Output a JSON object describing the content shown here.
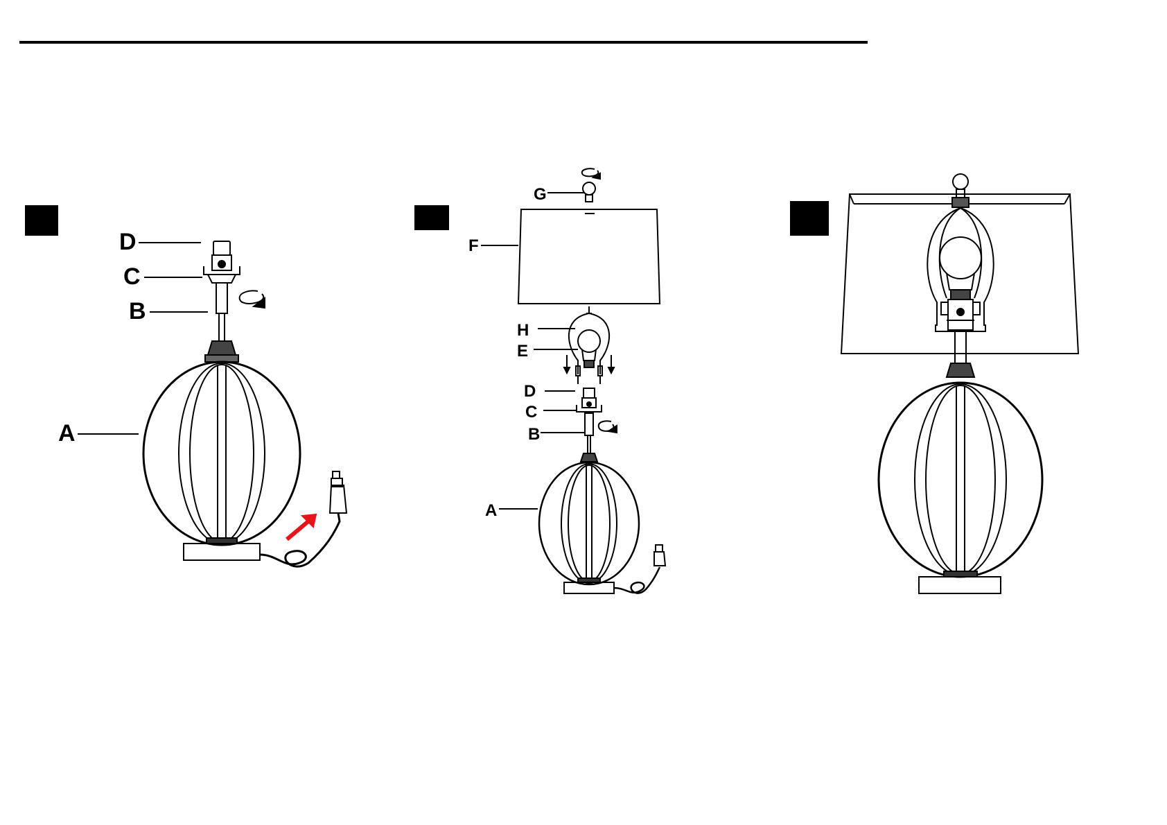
{
  "page": {
    "background": "#ffffff",
    "line_color": "#000000",
    "arrow_color": "#e8141b"
  },
  "steps": [
    {
      "badge": "",
      "labels": {
        "D": "D",
        "C": "C",
        "B": "B",
        "A": "A"
      },
      "icons": [
        "rotate-arrow-icon",
        "plug-direction-arrow-icon"
      ]
    },
    {
      "badge": "",
      "labels": {
        "G": "G",
        "F": "F",
        "H": "H",
        "E": "E",
        "D": "D",
        "C": "C",
        "B": "B",
        "A": "A"
      },
      "icons": [
        "finial-rotate-arrow-icon",
        "harp-down-arrow-icon",
        "rotate-arrow-icon"
      ]
    },
    {
      "badge": "",
      "labels": {},
      "icons": []
    }
  ]
}
